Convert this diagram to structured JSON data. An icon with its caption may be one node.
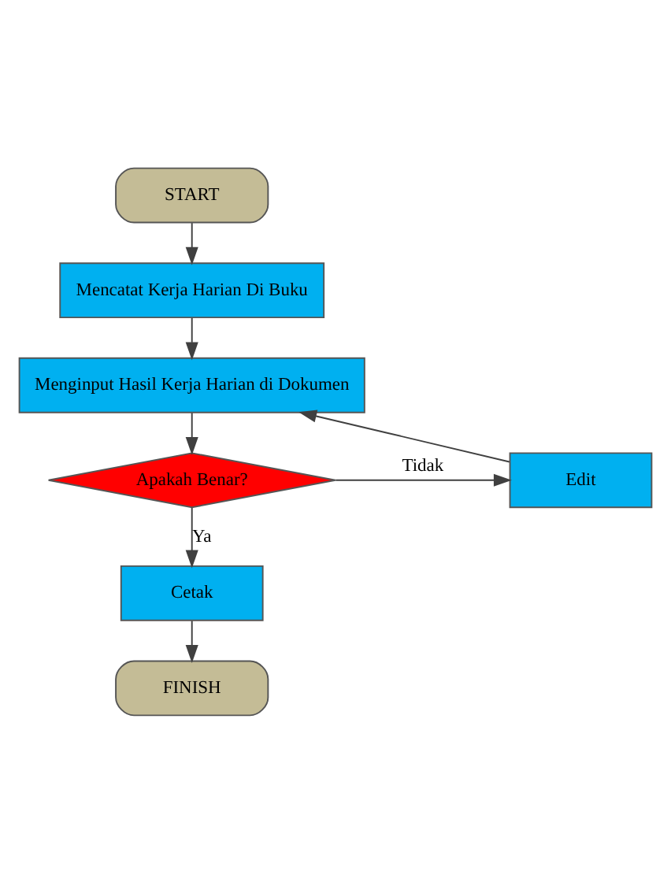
{
  "diagram": {
    "nodes": [
      {
        "text": [
          "START"
        ]
      },
      {
        "text": [
          "Mencatat Kerja Harian Di Buku"
        ]
      },
      {
        "text": [
          "Menginput Hasil Kerja Harian di Dokumen"
        ]
      },
      {
        "text": [
          "Apakah Benar?"
        ]
      },
      {
        "text": [
          "Edit"
        ]
      },
      {
        "text": [
          "Cetak"
        ]
      },
      {
        "text": [
          "FINISH"
        ]
      }
    ],
    "edges": [
      {
        "from": 0,
        "to": 1,
        "arrow": "to"
      },
      {
        "from": 1,
        "to": 2,
        "arrow": "to"
      },
      {
        "from": 2,
        "to": 3,
        "arrow": "to"
      },
      {
        "from": 3,
        "to": 4,
        "arrow": "to",
        "label": "Tidak"
      },
      {
        "from": 4,
        "to": 2,
        "arrow": "to"
      },
      {
        "from": 3,
        "to": 5,
        "arrow": "to",
        "label": "Ya"
      },
      {
        "from": 5,
        "to": 6,
        "arrow": "to"
      }
    ]
  }
}
